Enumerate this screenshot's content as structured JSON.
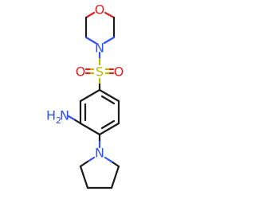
{
  "molecule": {
    "atoms": {
      "morpholine_o": {
        "symbol": "O",
        "color": "#e02020"
      },
      "morpholine_n": {
        "symbol": "N",
        "color": "#3050f8"
      },
      "sulfur": {
        "symbol": "S",
        "color": "#b8b800"
      },
      "sulfonyl_o_left": {
        "symbol": "O",
        "color": "#e02020"
      },
      "sulfonyl_o_right": {
        "symbol": "O",
        "color": "#e02020"
      },
      "amine": {
        "symbol": "H",
        "subscript": "2",
        "suffix": "N",
        "color": "#3050f8"
      },
      "pyrrolidine_n": {
        "symbol": "N",
        "color": "#3050f8"
      }
    }
  }
}
